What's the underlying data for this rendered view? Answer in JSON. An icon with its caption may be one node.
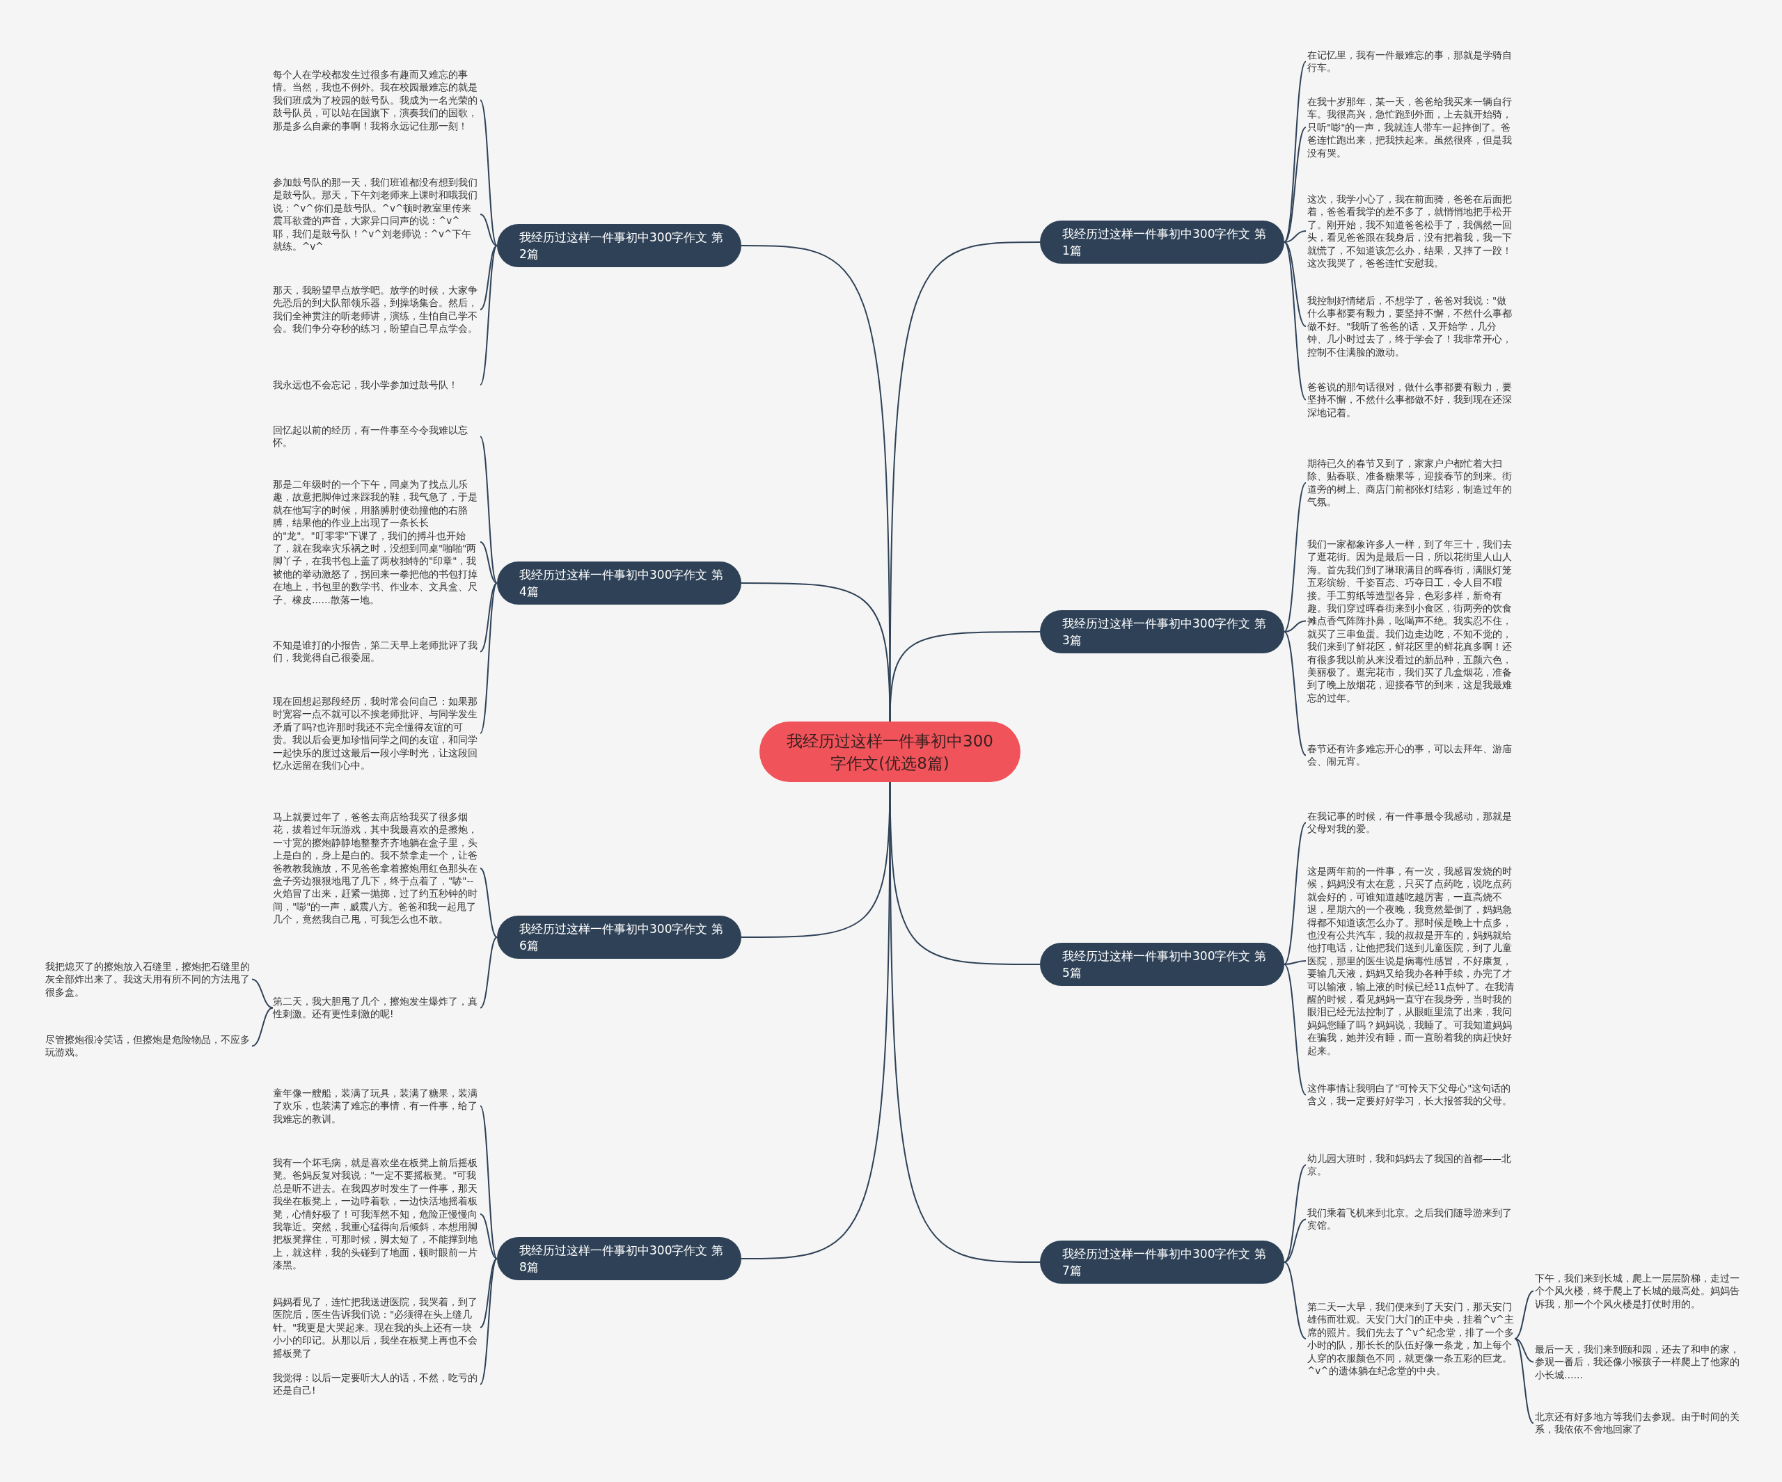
{
  "diagram": {
    "nodes": [
      {
        "text": [
          "我经历过这样一件事初中300字作文(优选8篇)"
        ]
      },
      {
        "text": [
          "我经历过这样一件事初中300字作文 第1篇"
        ]
      },
      {
        "text": [
          "在记忆里，我有一件最难忘的事，那就是学骑自行车。"
        ]
      },
      {
        "text": [
          "在我十岁那年，某一天，爸爸给我买来一辆自行车。我很高兴，急忙跑到外面，上去就开始骑，只听\"嘭\"的一声，我就连人带车一起摔倒了。爸爸连忙跑出来，把我扶起来。虽然很疼，但是我没有哭。"
        ]
      },
      {
        "text": [
          "这次，我学小心了，我在前面骑，爸爸在后面把着，爸爸看我学的差不多了，就悄悄地把手松开了。刚开始，我不知道爸爸松手了，我偶然一回头，看见爸爸跟在我身后，没有把着我，我一下就慌了，不知道该怎么办，结果，又摔了一跤！这次我哭了，爸爸连忙安慰我。"
        ]
      },
      {
        "text": [
          "我控制好情绪后，不想学了，爸爸对我说：\"做什么事都要有毅力，要坚持不懈，不然什么事都做不好。\"我听了爸爸的话，又开始学，几分钟、几小时过去了，终于学会了！我非常开心，控制不住满脸的激动。"
        ]
      },
      {
        "text": [
          "爸爸说的那句话很对，做什么事都要有毅力，要坚持不懈，不然什么事都做不好，我到现在还深深地记着。"
        ]
      },
      {
        "text": [
          "我经历过这样一件事初中300字作文 第2篇"
        ]
      },
      {
        "text": [
          "每个人在学校都发生过很多有趣而又难忘的事情。当然，我也不例外。我在校园最难忘的就是我们班成为了校园的鼓号队。我成为一名光荣的鼓号队员，可以站在国旗下，演奏我们的国歌，那是多么自豪的事啊！我将永远记住那一刻！"
        ]
      },
      {
        "text": [
          "参加鼓号队的那一天，我们班谁都没有想到我们是鼓号队。那天，下午刘老师来上课时和哦我们说：^v^你们是鼓号队。^v^顿时教室里传来震耳欲聋的声音，大家异口同声的说：^v^耶，我们是鼓号队！^v^刘老师说：^v^下午就练。^v^"
        ]
      },
      {
        "text": [
          "那天，我盼望早点放学吧。放学的时候，大家争先恐后的到大队部领乐器，到操场集合。然后，我们全神贯注的听老师讲，演练，生怕自己学不会。我们争分夺秒的练习，盼望自己早点学会。"
        ]
      },
      {
        "text": [
          "我永远也不会忘记，我小学参加过鼓号队！"
        ]
      },
      {
        "text": [
          "我经历过这样一件事初中300字作文 第3篇"
        ]
      },
      {
        "text": [
          "期待已久的春节又到了，家家户户都忙着大扫除、贴春联、准备糖果等，迎接春节的到来。街道旁的树上、商店门前都张灯结彩，制造过年的气氛。"
        ]
      },
      {
        "text": [
          "我们一家都象许多人一样，到了年三十，我们去了逛花街。因为是最后一日，所以花街里人山人海。首先我们到了琳琅满目的晖春街，满眼灯笼五彩缤纷、千姿百态、巧夺日工，令人目不暇接。手工剪纸等造型各异，色彩多样，新奇有趣。我们穿过晖春街来到小食区，街两旁的饮食摊点香气阵阵扑鼻，吆喝声不绝。我实忍不住，就买了三串鱼蛋。我们边走边吃，不知不觉的，我们来到了鲜花区，鲜花区里的鲜花真多啊！还有很多我以前从来没看过的新品种，五颜六色，美丽极了。逛完花市，我们买了几盒烟花，准备到了晚上放烟花，迎接春节的到来，这是我最难忘的过年。"
        ]
      },
      {
        "text": [
          "春节还有许多难忘开心的事，可以去拜年、游庙会、闹元宵。"
        ]
      },
      {
        "text": [
          "我经历过这样一件事初中300字作文 第4篇"
        ]
      },
      {
        "text": [
          "回忆起以前的经历，有一件事至今令我难以忘怀。"
        ]
      },
      {
        "text": [
          "那是二年级时的一个下午，同桌为了找点儿乐趣，故意把脚伸过来踩我的鞋，我气急了，于是就在他写字的时候，用胳膊肘使劲撞他的右胳膊，结果他的作业上出现了一条长长的\"龙\"。\"叮零零\"下课了，我们的搏斗也开始了，就在我幸灾乐祸之时，没想到同桌\"啪啪\"两脚丫子，在我书包上盖了两枚独特的\"印章\"，我被他的举动激怒了，拐回来一拳把他的书包打掉在地上，书包里的数学书、作业本、文具盒、尺子、橡皮……散落一地。"
        ]
      },
      {
        "text": [
          "不知是谁打的小报告，第二天早上老师批评了我们，我觉得自己很委屈。"
        ]
      },
      {
        "text": [
          "现在回想起那段经历，我时常会问自己：如果那时宽容一点不就可以不挨老师批评、与同学发生矛盾了吗?也许那时我还不完全懂得友谊的可贵。我以后会更加珍惜同学之间的友谊，和同学一起快乐的度过这最后一段小学时光，让这段回忆永远留在我们心中。"
        ]
      },
      {
        "text": [
          "我经历过这样一件事初中300字作文 第5篇"
        ]
      },
      {
        "text": [
          "在我记事的时候，有一件事最令我感动，那就是父母对我的爱。"
        ]
      },
      {
        "text": [
          "这是两年前的一件事，有一次，我感冒发烧的时候，妈妈没有太在意，只买了点药吃，说吃点药就会好的，可谁知道越吃越厉害，一直高烧不退，星期六的一个夜晚，我竟然晕倒了，妈妈急得都不知道该怎么办了。那时候是晚上十点多，也没有公共汽车，我的叔叔是开车的，妈妈就给他打电话，让他把我们送到儿童医院，到了儿童医院，那里的医生说是病毒性感冒，不好康复，要输几天液，妈妈又给我办各种手续，办完了才可以输液，输上液的时候已经11点钟了。在我清醒的时候，看见妈妈一直守在我身旁，当时我的眼泪已经无法控制了，从眼眶里流了出来，我问妈妈您睡了吗？妈妈说，我睡了。可我知道妈妈在骗我，她并没有睡，而一直盼着我的病赶快好起来。"
        ]
      },
      {
        "text": [
          "这件事情让我明白了\"可怜天下父母心\"这句话的含义，我一定要好好学习，长大报答我的父母。"
        ]
      },
      {
        "text": [
          "我经历过这样一件事初中300字作文 第6篇"
        ]
      },
      {
        "text": [
          "马上就要过年了，爸爸去商店给我买了很多烟花，拔着过年玩游戏，其中我最喜欢的是擦炮，一寸宽的擦炮静静地整整齐齐地躺在盒子里，头上是白的，身上是白的。我不禁拿走一个，让爸爸教教我施放，不见爸爸拿着擦炮用红色那头在盒子旁边狠狠地甩了几下，终于点着了，\"哧\"--火焰冒了出来，赶紧一抛掷，过了约五秒钟的时间，\"嘭\"的一声，威震八方。爸爸和我一起甩了几个，竟然我自己甩，可我怎么也不敢。"
        ]
      },
      {
        "text": [
          "第二天，我大胆甩了几个，擦炮发生爆炸了，真性刺激。还有更性刺激的呢!"
        ]
      },
      {
        "text": [
          "我把熄灭了的擦炮放入石缝里，擦炮把石缝里的灰全部炸出来了。我这天用有所不同的方法甩了很多盒。"
        ]
      },
      {
        "text": [
          "尽管擦炮很冷笑话，但擦炮是危险物品，不应多玩游戏。"
        ]
      },
      {
        "text": [
          "我经历过这样一件事初中300字作文 第7篇"
        ]
      },
      {
        "text": [
          "幼儿园大班时，我和妈妈去了我国的首都——北京。"
        ]
      },
      {
        "text": [
          "我们乘着飞机来到北京。之后我们随导游来到了宾馆。"
        ]
      },
      {
        "text": [
          "第二天一大早，我们便来到了天安门，那天安门雄伟而壮观。天安门大门的正中央，挂着^v^主席的照片。我们先去了^v^纪念堂，排了一个多小时的队，那长长的队伍好像一条龙，加上每个人穿的衣服颜色不同，就更像一条五彩的巨龙。^v^的遗体躺在纪念堂的中央。"
        ]
      },
      {
        "text": [
          "下午，我们来到长城，爬上一层层阶梯，走过一个个风火楼，终于爬上了长城的最高处。妈妈告诉我，那一个个风火楼是打仗时用的。"
        ]
      },
      {
        "text": [
          "最后一天，我们来到颐和园，还去了和申的家，参观一番后，我还像小猴孩子一样爬上了他家的小长城……"
        ]
      },
      {
        "text": [
          "北京还有好多地方等我们去参观。由于时间的关系，我依依不舍地回家了"
        ]
      },
      {
        "text": [
          "我经历过这样一件事初中300字作文 第8篇"
        ]
      },
      {
        "text": [
          "童年像一艘船，装满了玩具，装满了糖果，装满了欢乐，也装满了难忘的事情，有一件事，给了我难忘的教训。"
        ]
      },
      {
        "text": [
          "我有一个坏毛病，就是喜欢坐在板凳上前后摇板凳。爸妈反复对我说：\"一定不要摇板凳。\"可我总是听不进去。在我四岁时发生了一件事，那天我坐在板凳上，一边哼着歌，一边快活地摇着板凳，心情好极了！可我浑然不知，危险正慢慢向我靠近。突然，我重心猛得向后倾斜，本想用脚把板凳撑住，可那时候，脚太短了，不能撑到地上，就这样，我的头碰到了地面，顿时眼前一片漆黑。"
        ]
      },
      {
        "text": [
          "妈妈看见了，连忙把我送进医院，我哭着，到了医院后，医生告诉我们说：\"必须得在头上缝几针。\"我更是大哭起来。现在我的头上还有一块小小的印记。从那以后，我坐在板凳上再也不会摇板凳了"
        ]
      },
      {
        "text": [
          "我觉得：以后一定要听大人的话，不然，吃亏的还是自己!"
        ]
      }
    ],
    "edges": [
      {
        "from": 0,
        "to": 1,
        "arrow": "none"
      },
      {
        "from": 0,
        "to": 7,
        "arrow": "none"
      },
      {
        "from": 0,
        "to": 12,
        "arrow": "none"
      },
      {
        "from": 0,
        "to": 16,
        "arrow": "none"
      },
      {
        "from": 0,
        "to": 21,
        "arrow": "none"
      },
      {
        "from": 0,
        "to": 25,
        "arrow": "none"
      },
      {
        "from": 0,
        "to": 30,
        "arrow": "none"
      },
      {
        "from": 0,
        "to": 37,
        "arrow": "none"
      },
      {
        "from": 1,
        "to": 2,
        "arrow": "none"
      },
      {
        "from": 1,
        "to": 3,
        "arrow": "none"
      },
      {
        "from": 1,
        "to": 4,
        "arrow": "none"
      },
      {
        "from": 1,
        "to": 5,
        "arrow": "none"
      },
      {
        "from": 1,
        "to": 6,
        "arrow": "none"
      },
      {
        "from": 7,
        "to": 8,
        "arrow": "none"
      },
      {
        "from": 7,
        "to": 9,
        "arrow": "none"
      },
      {
        "from": 7,
        "to": 10,
        "arrow": "none"
      },
      {
        "from": 7,
        "to": 11,
        "arrow": "none"
      },
      {
        "from": 12,
        "to": 13,
        "arrow": "none"
      },
      {
        "from": 12,
        "to": 14,
        "arrow": "none"
      },
      {
        "from": 12,
        "to": 15,
        "arrow": "none"
      },
      {
        "from": 16,
        "to": 17,
        "arrow": "none"
      },
      {
        "from": 16,
        "to": 18,
        "arrow": "none"
      },
      {
        "from": 16,
        "to": 19,
        "arrow": "none"
      },
      {
        "from": 16,
        "to": 20,
        "arrow": "none"
      },
      {
        "from": 21,
        "to": 22,
        "arrow": "none"
      },
      {
        "from": 21,
        "to": 23,
        "arrow": "none"
      },
      {
        "from": 21,
        "to": 24,
        "arrow": "none"
      },
      {
        "from": 25,
        "to": 26,
        "arrow": "none"
      },
      {
        "from": 25,
        "to": 27,
        "arrow": "none"
      },
      {
        "from": 27,
        "to": 28,
        "arrow": "none"
      },
      {
        "from": 27,
        "to": 29,
        "arrow": "none"
      },
      {
        "from": 30,
        "to": 31,
        "arrow": "none"
      },
      {
        "from": 30,
        "to": 32,
        "arrow": "none"
      },
      {
        "from": 30,
        "to": 33,
        "arrow": "none"
      },
      {
        "from": 33,
        "to": 34,
        "arrow": "none"
      },
      {
        "from": 33,
        "to": 35,
        "arrow": "none"
      },
      {
        "from": 33,
        "to": 36,
        "arrow": "none"
      },
      {
        "from": 37,
        "to": 38,
        "arrow": "none"
      },
      {
        "from": 37,
        "to": 39,
        "arrow": "none"
      },
      {
        "from": 37,
        "to": 40,
        "arrow": "none"
      },
      {
        "from": 37,
        "to": 41,
        "arrow": "none"
      }
    ]
  }
}
